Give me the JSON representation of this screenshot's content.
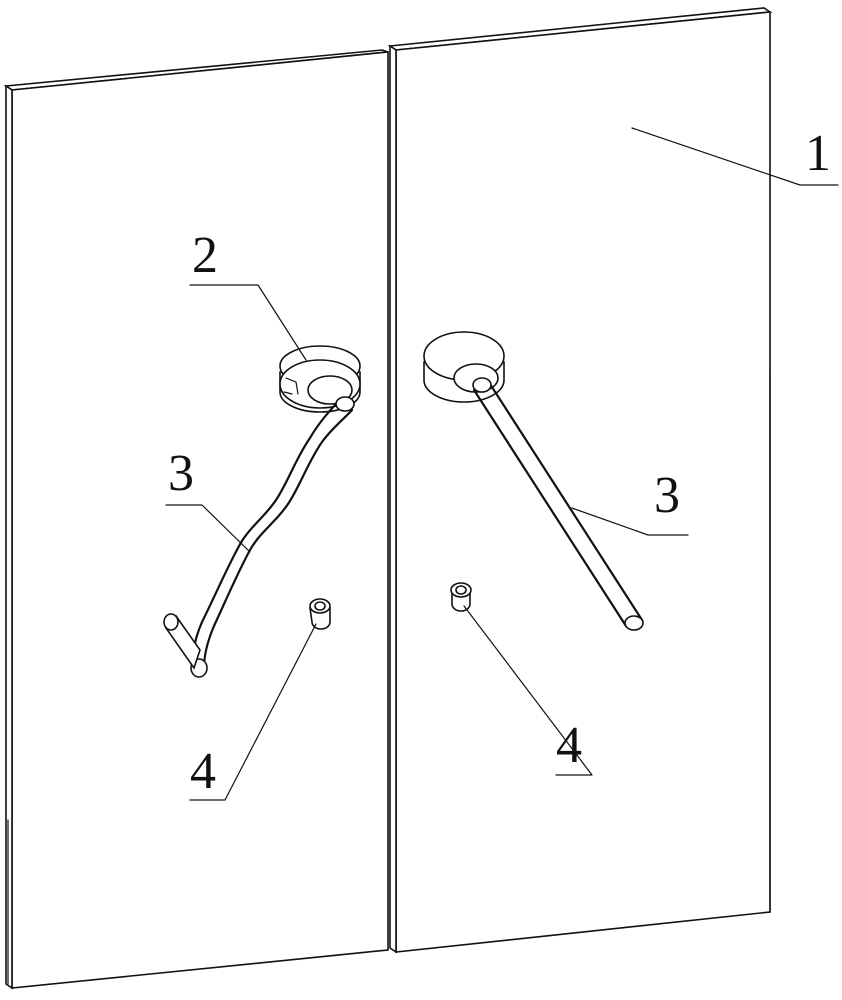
{
  "labels": {
    "door_panel": "1",
    "knob_base": "2",
    "handle_left": "3",
    "handle_right": "3",
    "stop_left": "4",
    "stop_right": "4"
  }
}
